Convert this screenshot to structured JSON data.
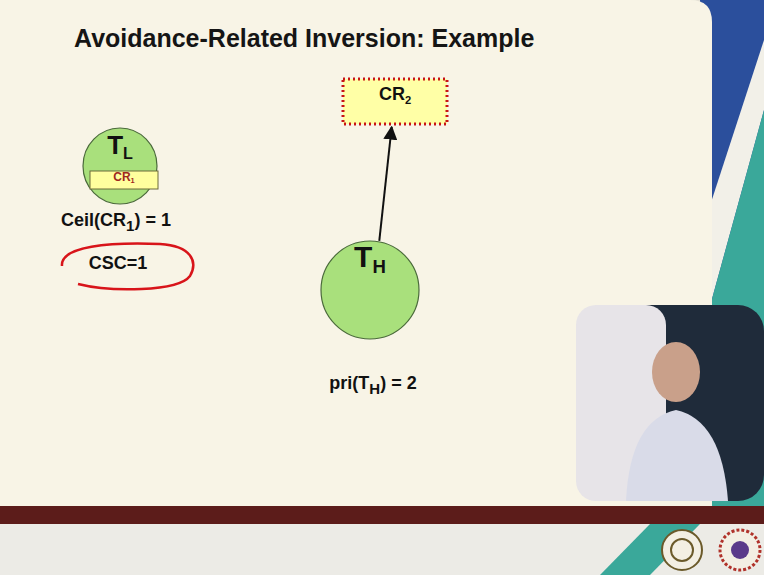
{
  "diagram": {
    "title": "Avoidance-Related Inversion: Example",
    "nodes": [
      {
        "text": [
          "TL"
        ]
      },
      {
        "text": [
          "CR1"
        ],
        "in": 0
      },
      {
        "text": [
          "CR2"
        ]
      },
      {
        "text": [
          "TH"
        ]
      }
    ],
    "edges": [
      {
        "from": 3,
        "to": 2,
        "arrow": "to"
      }
    ],
    "labels": [
      "Ceil(CR1) = 1",
      "CSC=1",
      "pri(TH) = 2"
    ]
  }
}
